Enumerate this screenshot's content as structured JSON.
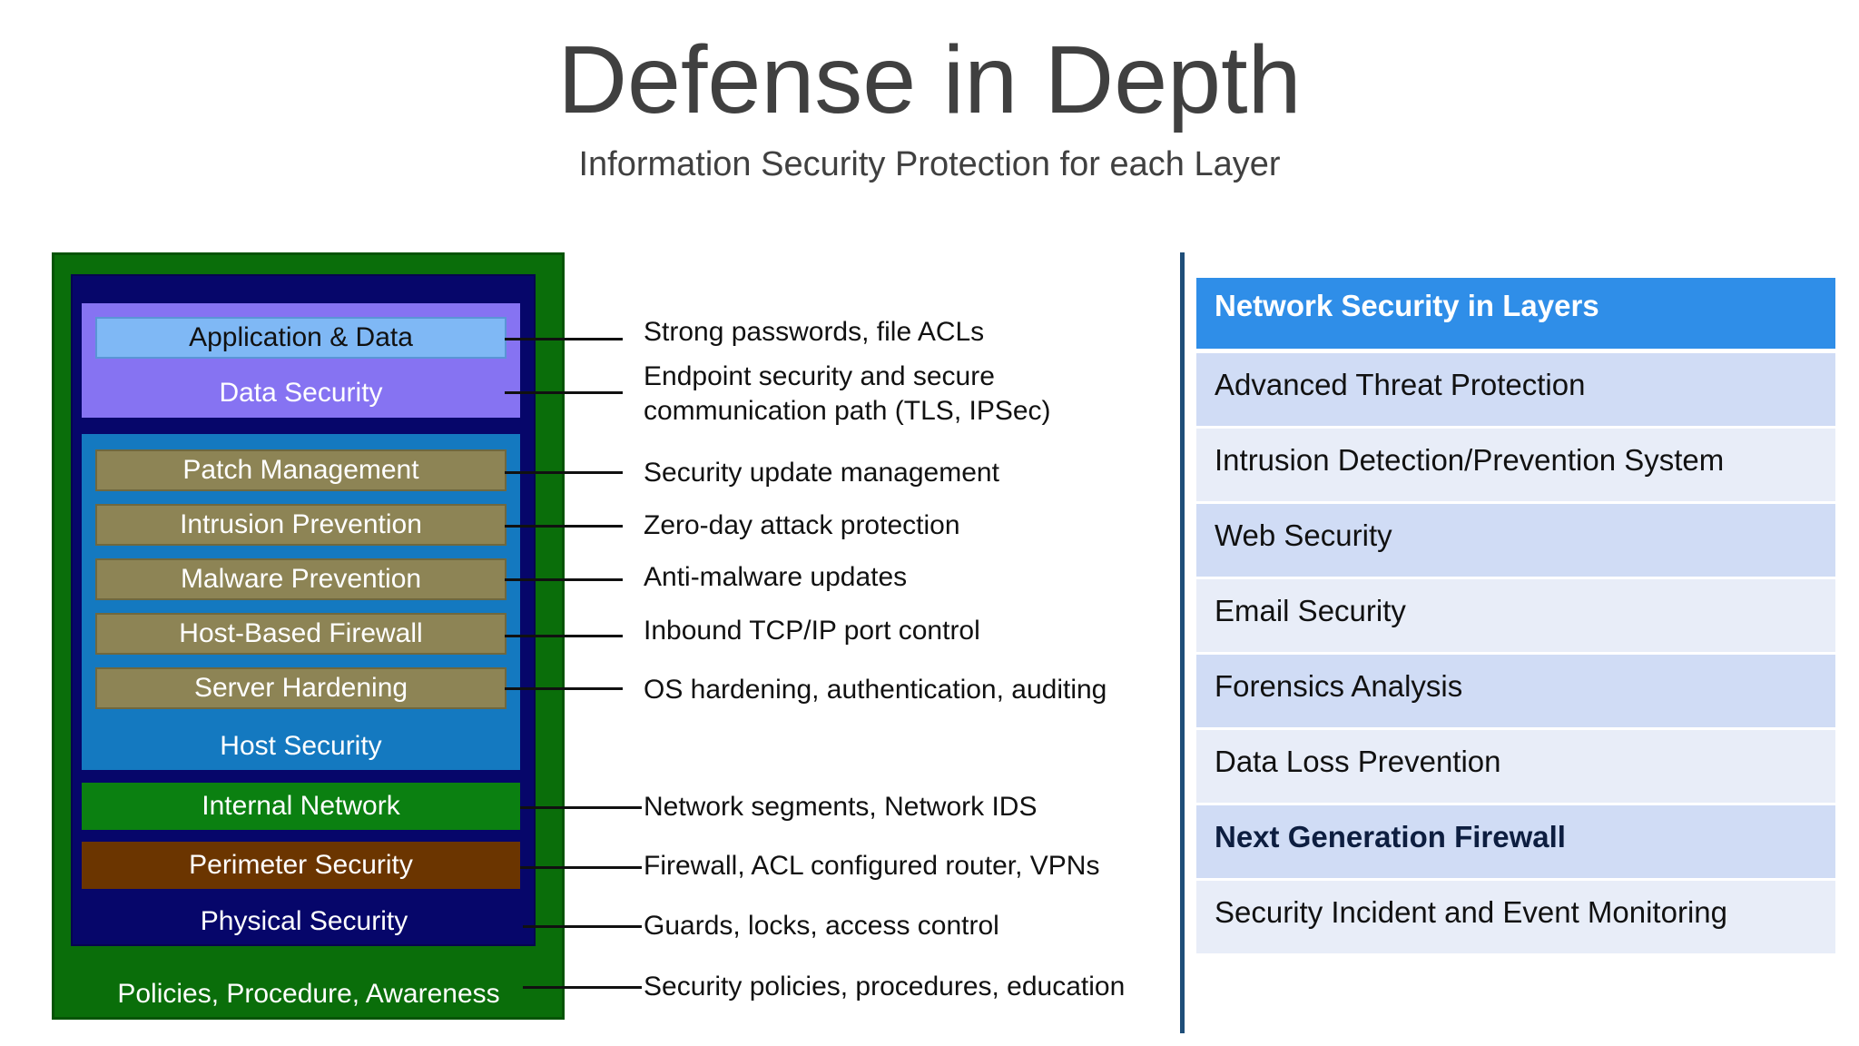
{
  "title": "Defense in Depth",
  "subtitle": "Information Security Protection for each Layer",
  "layers": {
    "application_data": "Application & Data",
    "data_security": "Data Security",
    "patch_management": "Patch Management",
    "intrusion_prevention": "Intrusion Prevention",
    "malware_prevention": "Malware Prevention",
    "host_firewall": "Host-Based Firewall",
    "server_hardening": "Server Hardening",
    "host_security": "Host Security",
    "internal_network": "Internal Network",
    "perimeter_security": "Perimeter Security",
    "physical_security": "Physical Security",
    "policies": "Policies, Procedure, Awareness"
  },
  "descriptions": {
    "application_data": "Strong passwords, file ACLs",
    "data_security_1": "Endpoint security and secure",
    "data_security_2": "communication path (TLS, IPSec)",
    "patch_management": "Security update management",
    "intrusion_prevention": "Zero-day attack protection",
    "malware_prevention": "Anti-malware updates",
    "host_firewall": "Inbound TCP/IP port control",
    "server_hardening": "OS hardening, authentication, auditing",
    "internal_network": "Network segments, Network IDS",
    "perimeter_security": "Firewall, ACL configured router, VPNs",
    "physical_security": "Guards, locks, access control",
    "policies": "Security policies, procedures, education"
  },
  "network_panel": {
    "header": "Network Security in Layers",
    "items": [
      "Advanced Threat Protection",
      "Intrusion Detection/Prevention System",
      "Web Security",
      "Email Security",
      "Forensics Analysis",
      "Data Loss Prevention",
      "Next Generation Firewall",
      "Security Incident and Event Monitoring"
    ]
  },
  "colors": {
    "policies_green": "#0a6e0a",
    "physical_navy": "#06066a",
    "data_purple": "#8673f2",
    "app_light_blue": "#7fb8f5",
    "host_blue": "#1479c0",
    "tan": "#8d8455",
    "internal_green": "#0b8011",
    "perimeter_brown": "#6b3500",
    "panel_header": "#2f8ee8",
    "panel_row_dark": "#d0dcf5",
    "panel_row_light": "#e8edf8"
  }
}
